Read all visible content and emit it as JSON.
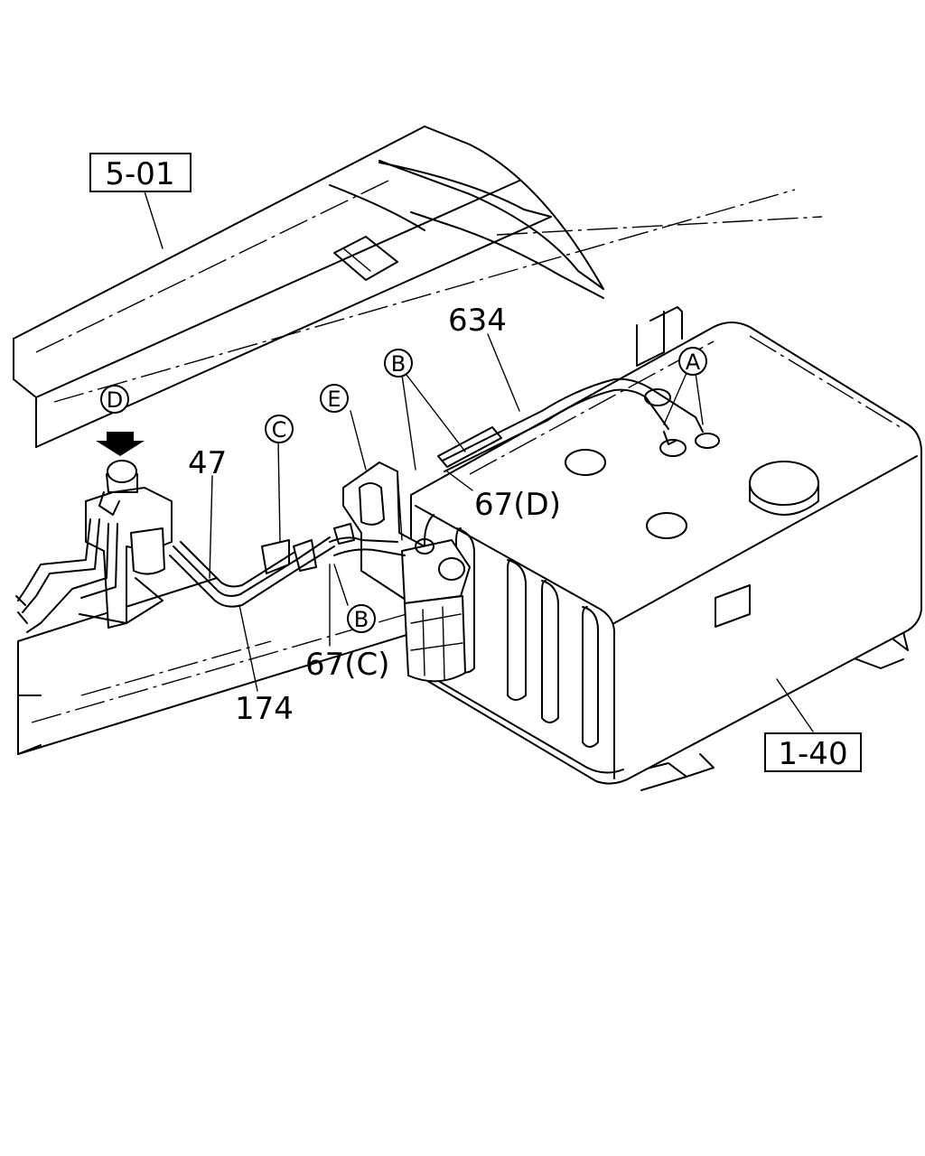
{
  "refs": {
    "frame": "5-01",
    "tank": "1-40"
  },
  "part_numbers": {
    "p634": "634",
    "p47": "47",
    "p174": "174",
    "p67c": "67(C)",
    "p67d": "67(D)"
  },
  "circle_labels": {
    "a": "A",
    "b_top": "B",
    "b_bottom": "B",
    "c": "C",
    "d": "D",
    "e": "E"
  }
}
